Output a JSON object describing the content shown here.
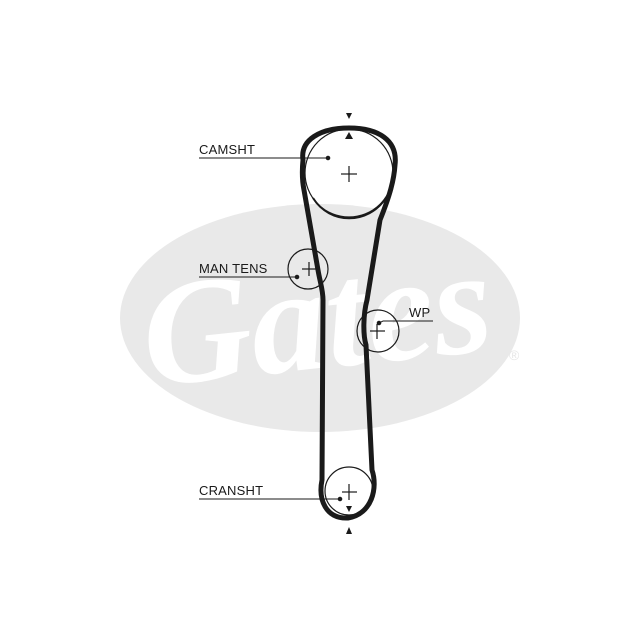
{
  "watermark": {
    "logo_text": "Gates",
    "registered_mark": "®",
    "colors": {
      "oval": "#e9e9e9",
      "text": "#ffffff"
    }
  },
  "belt": {
    "color": "#1a1a1a"
  },
  "pulleys": [
    {
      "id": "camshaft",
      "label": "CAMSHT"
    },
    {
      "id": "manual-tensioner",
      "label": "MAN TENS"
    },
    {
      "id": "water-pump",
      "label": "WP"
    },
    {
      "id": "crankshaft",
      "label": "CRANSHT"
    }
  ],
  "timing_marks": [
    "top-arrow",
    "bottom-arrow"
  ]
}
